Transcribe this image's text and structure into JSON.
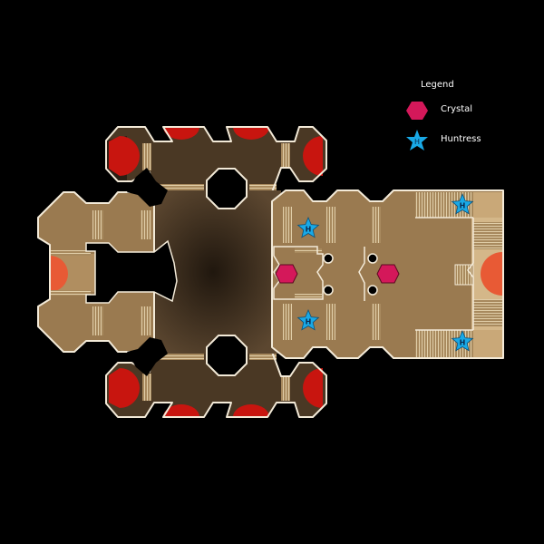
{
  "legend": {
    "title": "Legend",
    "items": [
      {
        "label": "Crystal",
        "icon": "hexagon-icon",
        "color": "#d4185a"
      },
      {
        "label": "Huntress",
        "icon": "star-icon",
        "color": "#19a9e6",
        "glyph": "H"
      }
    ]
  },
  "colors": {
    "background": "#000000",
    "floor": "#9a7a50",
    "floor_light": "#c9a878",
    "hall_dark": "#3a2c1c",
    "wall": "#f3ead8",
    "red_zone": "#c8150f",
    "orange_zone": "#e85a35"
  }
}
